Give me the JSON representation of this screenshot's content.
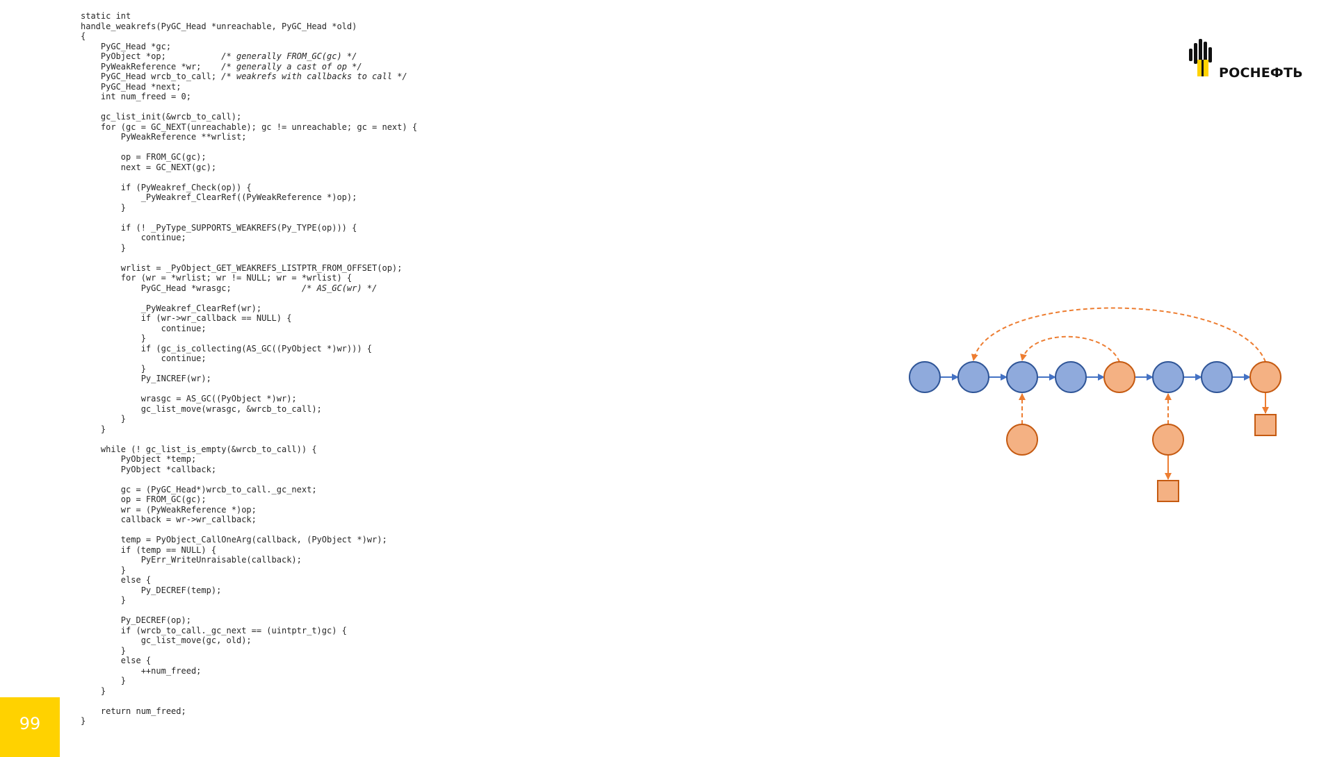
{
  "code": {
    "lines": [
      {
        "t": "static int"
      },
      {
        "t": "handle_weakrefs(PyGC_Head *unreachable, PyGC_Head *old)"
      },
      {
        "t": "{"
      },
      {
        "t": "    PyGC_Head *gc;"
      },
      {
        "t": "    PyObject *op;",
        "c": "/* generally FROM_GC(gc) */",
        "pad": 28
      },
      {
        "t": "    PyWeakReference *wr;",
        "c": "/* generally a cast of op */",
        "pad": 28
      },
      {
        "t": "    PyGC_Head wrcb_to_call;",
        "c": "/* weakrefs with callbacks to call */",
        "pad": 28
      },
      {
        "t": "    PyGC_Head *next;"
      },
      {
        "t": "    int num_freed = 0;"
      },
      {
        "t": ""
      },
      {
        "t": "    gc_list_init(&wrcb_to_call);"
      },
      {
        "t": "    for (gc = GC_NEXT(unreachable); gc != unreachable; gc = next) {"
      },
      {
        "t": "        PyWeakReference **wrlist;"
      },
      {
        "t": ""
      },
      {
        "t": "        op = FROM_GC(gc);"
      },
      {
        "t": "        next = GC_NEXT(gc);"
      },
      {
        "t": ""
      },
      {
        "t": "        if (PyWeakref_Check(op)) {"
      },
      {
        "t": "            _PyWeakref_ClearRef((PyWeakReference *)op);"
      },
      {
        "t": "        }"
      },
      {
        "t": ""
      },
      {
        "t": "        if (! _PyType_SUPPORTS_WEAKREFS(Py_TYPE(op))) {"
      },
      {
        "t": "            continue;"
      },
      {
        "t": "        }"
      },
      {
        "t": ""
      },
      {
        "t": "        wrlist = _PyObject_GET_WEAKREFS_LISTPTR_FROM_OFFSET(op);"
      },
      {
        "t": "        for (wr = *wrlist; wr != NULL; wr = *wrlist) {"
      },
      {
        "t": "            PyGC_Head *wrasgc;",
        "c": "/* AS_GC(wr) */",
        "pad": 44
      },
      {
        "t": ""
      },
      {
        "t": "            _PyWeakref_ClearRef(wr);"
      },
      {
        "t": "            if (wr->wr_callback == NULL) {"
      },
      {
        "t": "                continue;"
      },
      {
        "t": "            }"
      },
      {
        "t": "            if (gc_is_collecting(AS_GC((PyObject *)wr))) {"
      },
      {
        "t": "                continue;"
      },
      {
        "t": "            }"
      },
      {
        "t": "            Py_INCREF(wr);"
      },
      {
        "t": ""
      },
      {
        "t": "            wrasgc = AS_GC((PyObject *)wr);"
      },
      {
        "t": "            gc_list_move(wrasgc, &wrcb_to_call);"
      },
      {
        "t": "        }"
      },
      {
        "t": "    }"
      },
      {
        "t": ""
      },
      {
        "t": "    while (! gc_list_is_empty(&wrcb_to_call)) {"
      },
      {
        "t": "        PyObject *temp;"
      },
      {
        "t": "        PyObject *callback;"
      },
      {
        "t": ""
      },
      {
        "t": "        gc = (PyGC_Head*)wrcb_to_call._gc_next;"
      },
      {
        "t": "        op = FROM_GC(gc);"
      },
      {
        "t": "        wr = (PyWeakReference *)op;"
      },
      {
        "t": "        callback = wr->wr_callback;"
      },
      {
        "t": ""
      },
      {
        "t": "        temp = PyObject_CallOneArg(callback, (PyObject *)wr);"
      },
      {
        "t": "        if (temp == NULL) {"
      },
      {
        "t": "            PyErr_WriteUnraisable(callback);"
      },
      {
        "t": "        }"
      },
      {
        "t": "        else {"
      },
      {
        "t": "            Py_DECREF(temp);"
      },
      {
        "t": "        }"
      },
      {
        "t": ""
      },
      {
        "t": "        Py_DECREF(op);"
      },
      {
        "t": "        if (wrcb_to_call._gc_next == (uintptr_t)gc) {"
      },
      {
        "t": "            gc_list_move(gc, old);"
      },
      {
        "t": "        }"
      },
      {
        "t": "        else {"
      },
      {
        "t": "            ++num_freed;"
      },
      {
        "t": "        }"
      },
      {
        "t": "    }"
      },
      {
        "t": ""
      },
      {
        "t": "    return num_freed;"
      },
      {
        "t": "}"
      }
    ]
  },
  "logo": {
    "text": "РОСНЕФТЬ",
    "icon": "rosneft-logo-icon"
  },
  "page": {
    "number": "99"
  },
  "diagram": {
    "colors": {
      "blue_fill": "#8faadc",
      "blue_stroke": "#2f5597",
      "orange_fill": "#f4b183",
      "orange_stroke": "#c55a11",
      "orange_arrow": "#ed7d31",
      "blue_arrow": "#4472c4"
    },
    "list_nodes": [
      "blue",
      "blue",
      "blue",
      "blue",
      "orange",
      "blue",
      "blue",
      "orange"
    ]
  }
}
